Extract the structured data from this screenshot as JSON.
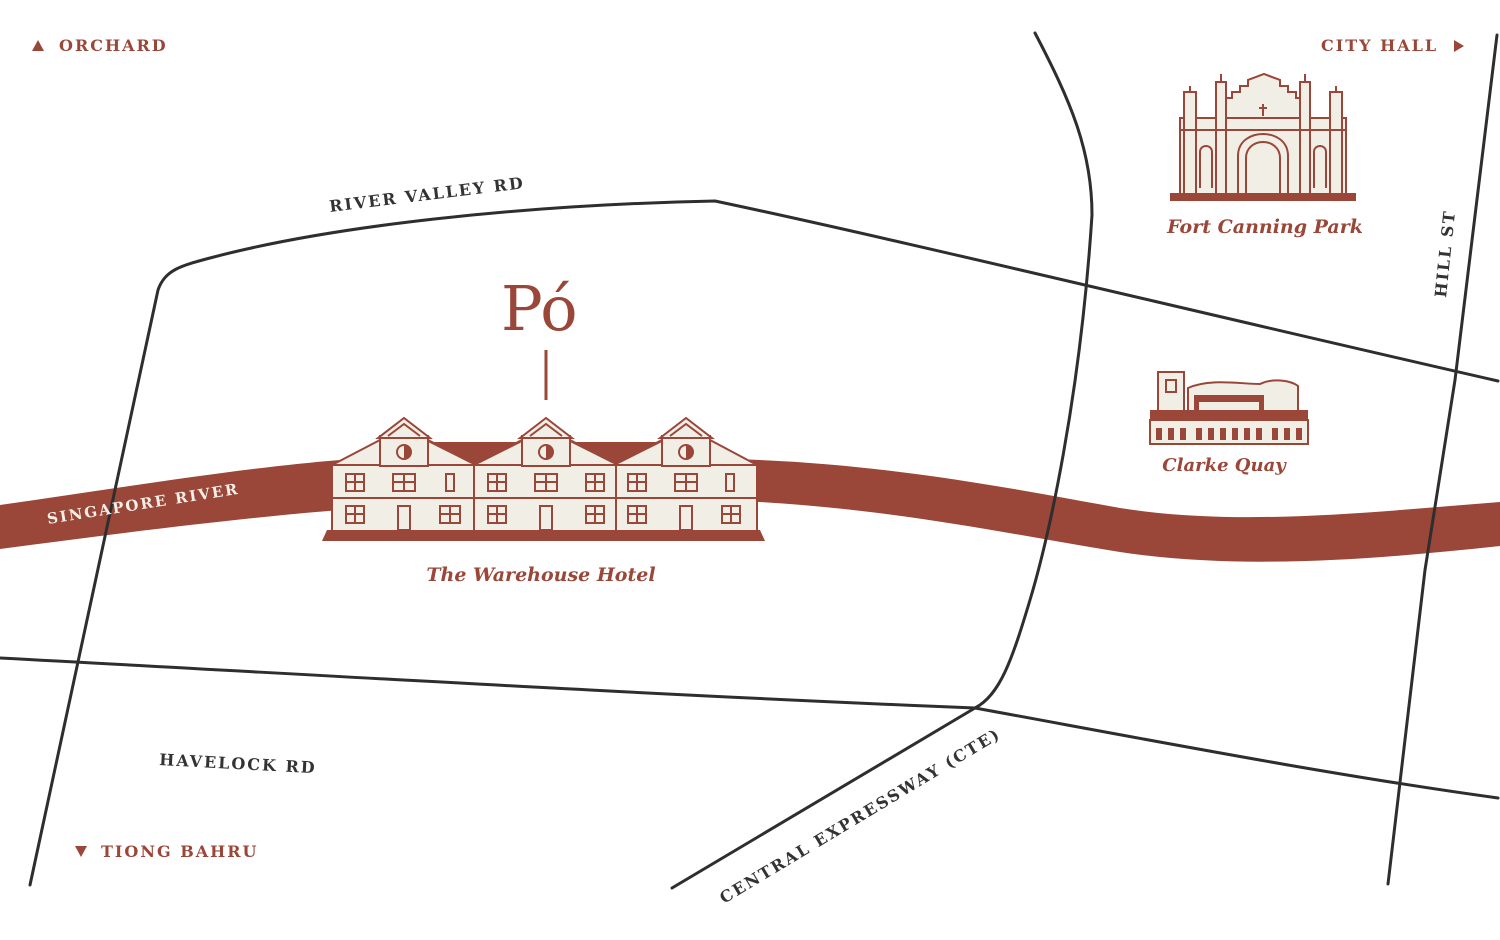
{
  "colors": {
    "accent": "#9a4638",
    "road": "#2e2e2e",
    "building_fill": "#f1eee6",
    "background": "#ffffff"
  },
  "logo": {
    "text": "Pó"
  },
  "directions": {
    "orchard": {
      "label": "ORCHARD",
      "arrow": "up-triangle-icon"
    },
    "city_hall": {
      "label": "CITY HALL",
      "arrow": "right-triangle-icon"
    },
    "tiong_bahru": {
      "label": "TIONG BAHRU",
      "arrow": "down-triangle-icon"
    }
  },
  "roads": {
    "river_valley": "RIVER VALLEY RD",
    "havelock": "HAVELOCK RD",
    "hill_st": "HILL ST",
    "cte": "CENTRAL EXPRESSWAY (CTE)"
  },
  "river": {
    "label": "SINGAPORE RIVER"
  },
  "places": {
    "warehouse": {
      "label": "The Warehouse Hotel",
      "icon": "warehouse-hotel-icon"
    },
    "fort_canning": {
      "label": "Fort Canning Park",
      "icon": "fort-canning-gate-icon"
    },
    "clarke_quay": {
      "label": "Clarke Quay",
      "icon": "clarke-quay-icon"
    }
  }
}
